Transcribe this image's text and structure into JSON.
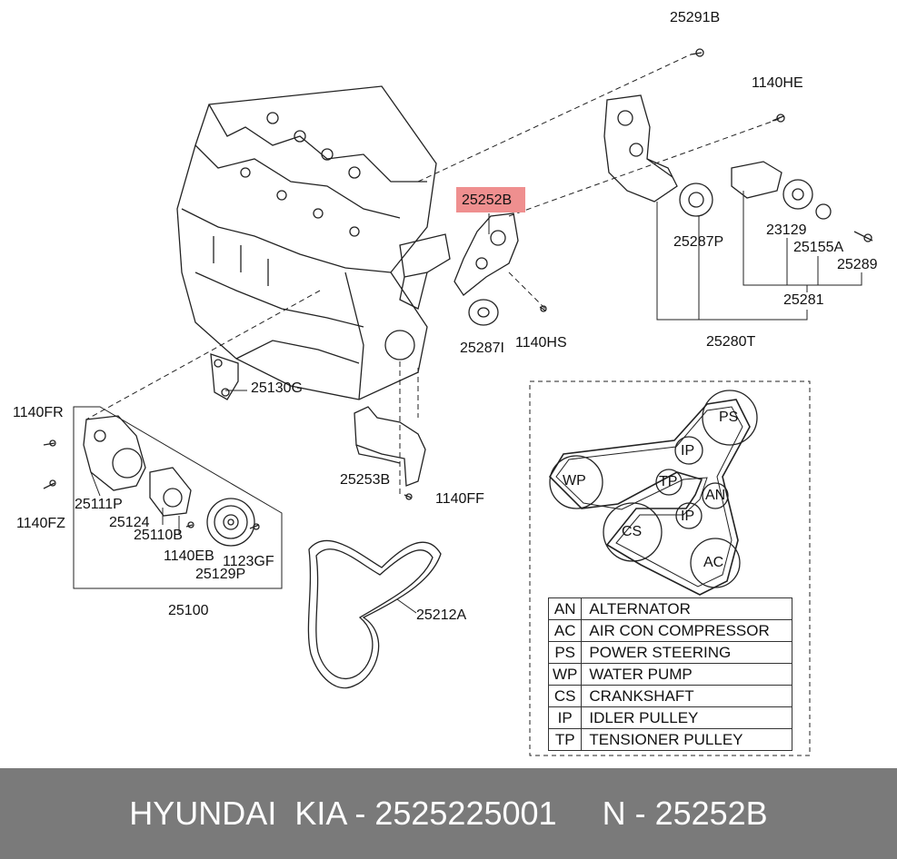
{
  "labels": {
    "p25291B": "25291B",
    "p1140HE": "1140HE",
    "p25252B": "25252B",
    "p23129": "23129",
    "p25155A": "25155A",
    "p25289": "25289",
    "p25287P": "25287P",
    "p25281": "25281",
    "p25287I": "25287I",
    "p1140HS": "1140HS",
    "p25280T": "25280T",
    "p25130G": "25130G",
    "p1140FR": "1140FR",
    "p25111P": "25111P",
    "p25124": "25124",
    "p25110B": "25110B",
    "p1140FZ": "1140FZ",
    "p1140EB": "1140EB",
    "p1123GF": "1123GF",
    "p25129P": "25129P",
    "p25100": "25100",
    "p25253B": "25253B",
    "p1140FF": "1140FF",
    "p25212A": "25212A"
  },
  "belt_routing": {
    "PS": "PS",
    "IP1": "IP",
    "WP": "WP",
    "TP": "TP",
    "AN": "AN",
    "IP2": "IP",
    "CS": "CS",
    "AC": "AC"
  },
  "legend": [
    {
      "abbr": "AN",
      "name": "ALTERNATOR"
    },
    {
      "abbr": "AC",
      "name": "AIR CON COMPRESSOR"
    },
    {
      "abbr": "PS",
      "name": "POWER STEERING"
    },
    {
      "abbr": "WP",
      "name": "WATER PUMP"
    },
    {
      "abbr": "CS",
      "name": "CRANKSHAFT"
    },
    {
      "abbr": "IP",
      "name": "IDLER PULLEY"
    },
    {
      "abbr": "TP",
      "name": "TENSIONER PULLEY"
    }
  ],
  "footer": "HYUNDAI  KIA - 2525225001     N - 25252B",
  "colors": {
    "highlight": "#ef8f8f",
    "footer_bg": "#7a7a7a"
  }
}
